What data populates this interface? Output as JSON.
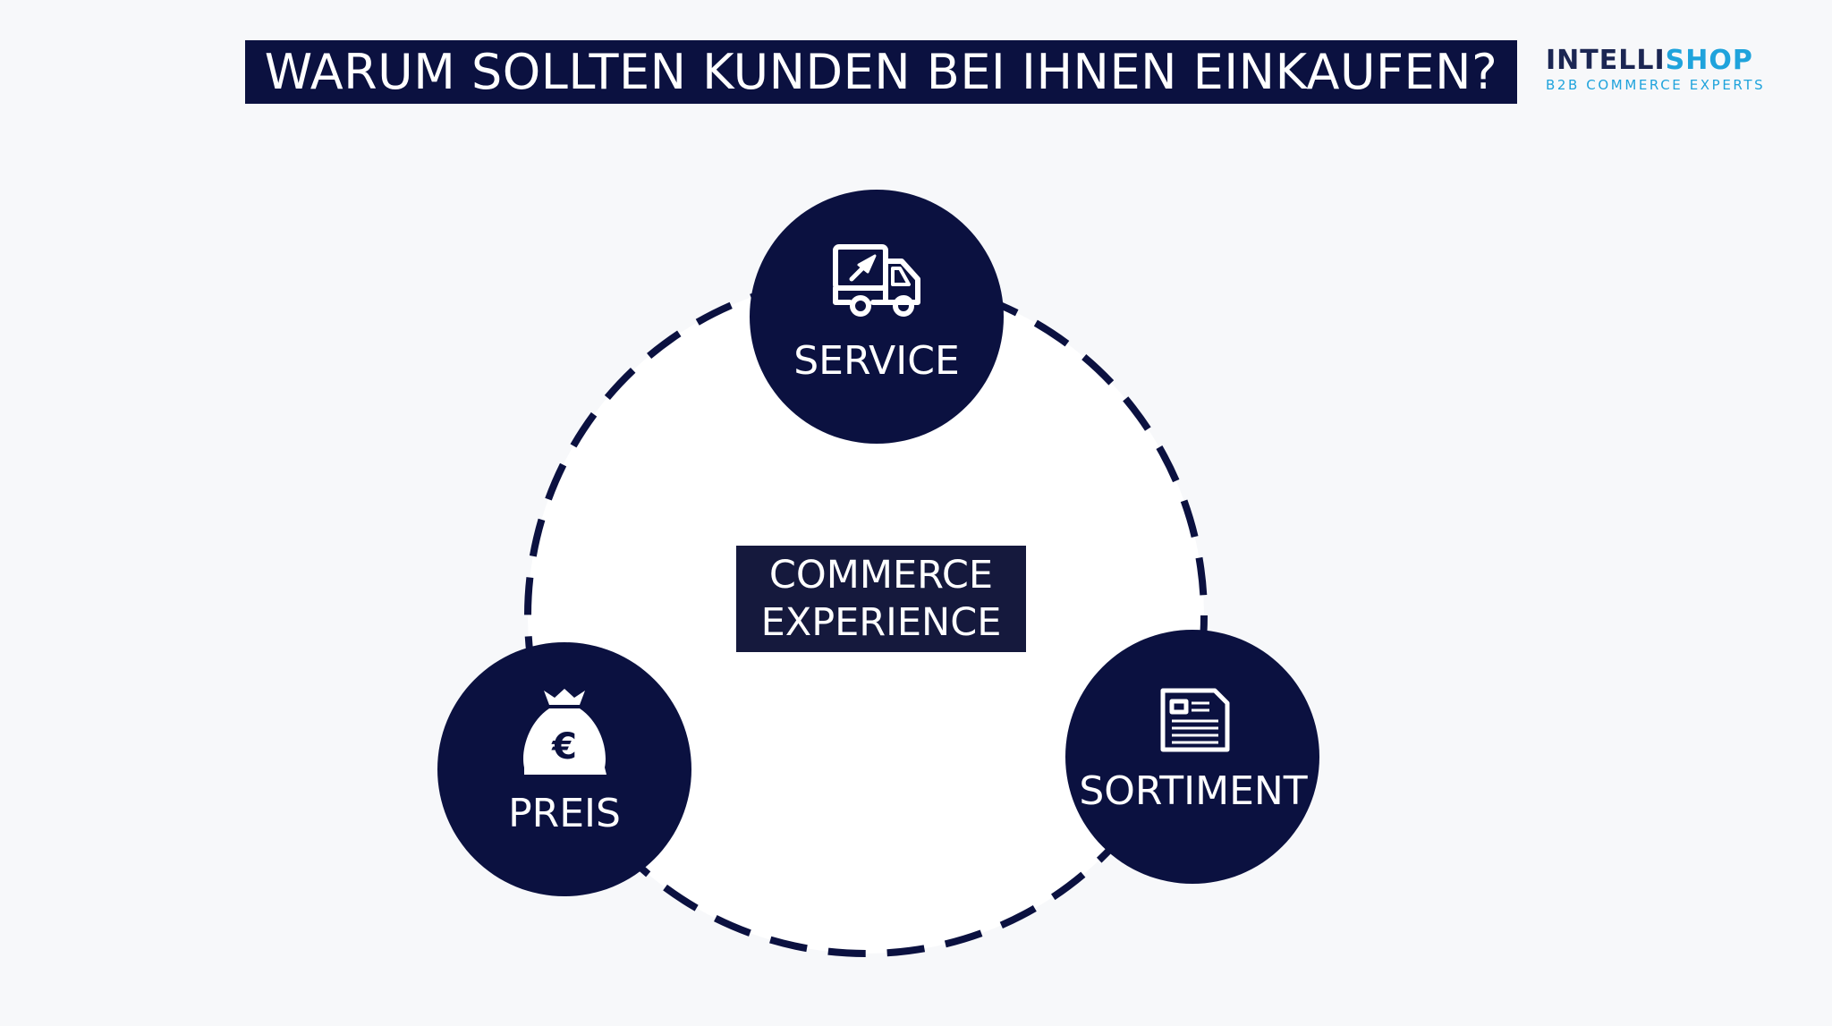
{
  "title": "WARUM SOLLTEN KUNDEN BEI IHNEN EINKAUFEN?",
  "logo": {
    "name_part1": "INTELLI",
    "name_part2": "SHOP",
    "tagline": "B2B COMMERCE EXPERTS"
  },
  "center": {
    "line1": "COMMERCE",
    "line2": "EXPERIENCE"
  },
  "nodes": {
    "service": {
      "label": "SERVICE",
      "icon": "delivery-truck-rocket-icon"
    },
    "sortiment": {
      "label": "SORTIMENT",
      "icon": "catalog-document-icon"
    },
    "preis": {
      "label": "PREIS",
      "icon": "money-bag-euro-icon"
    }
  },
  "colors": {
    "navy": "#0b1140",
    "logo_dark": "#1b2653",
    "logo_blue": "#1fa3dc",
    "background": "#f7f8fa"
  }
}
